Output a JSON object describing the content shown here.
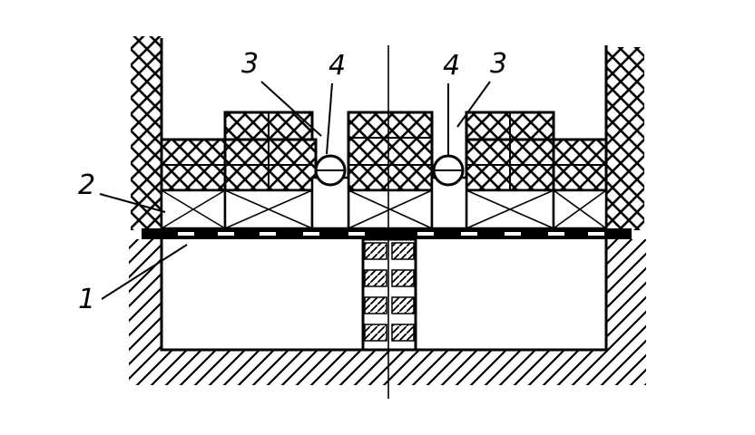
{
  "labels": {
    "one": "1",
    "two": "2",
    "three_left": "3",
    "four_left": "4",
    "four_right": "4",
    "three_right": "3"
  },
  "colors": {
    "ink": "#000000",
    "paper": "#ffffff"
  }
}
